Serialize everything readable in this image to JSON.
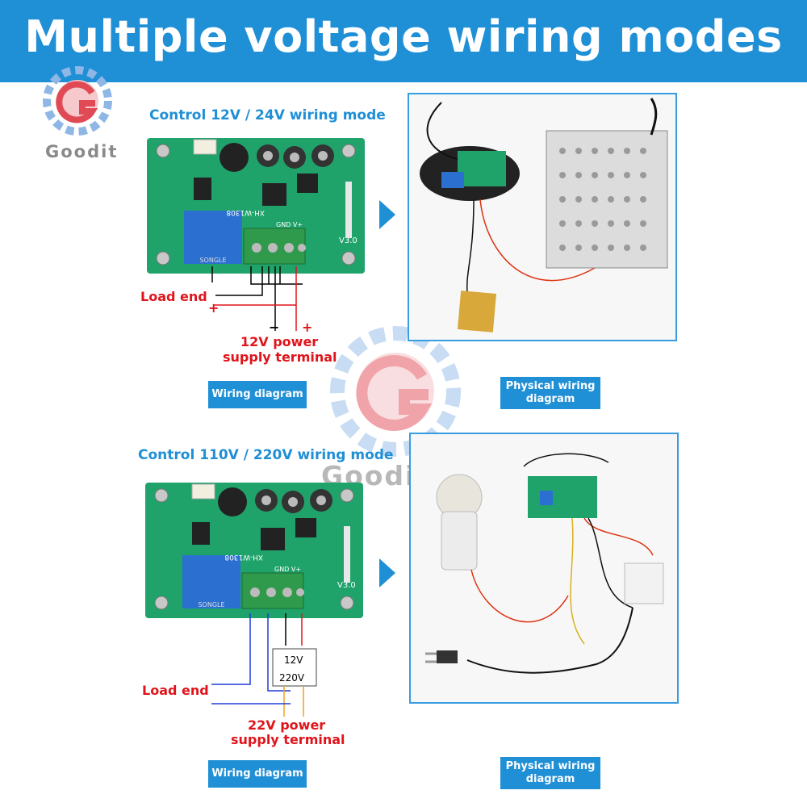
{
  "header": {
    "title": "Multiple voltage wiring modes"
  },
  "brand": {
    "name": "Goodit"
  },
  "top_section": {
    "title": "Control 12V / 24V wiring mode",
    "board_label": "XH-W1308",
    "board_version": "V3.0",
    "terminal_label": "GND  V+",
    "load_label": "Load end",
    "plus_sign": "+",
    "minus_sign": "−",
    "supply_label_line1": "12V power",
    "supply_label_line2": "supply terminal",
    "wiring_caption": "Wiring diagram",
    "physical_caption": "Physical wiring diagram"
  },
  "bottom_section": {
    "title": "Control 110V / 220V wiring mode",
    "board_label": "XH-W1308",
    "board_version": "V3.0",
    "terminal_label": "GND  V+",
    "load_label": "Load end",
    "converter_top": "12V",
    "converter_bottom": "220V",
    "supply_label_line1": "22V power",
    "supply_label_line2": "supply terminal",
    "wiring_caption": "Wiring diagram",
    "physical_caption": "Physical wiring diagram"
  },
  "colors": {
    "accent": "#1f8fd6",
    "label_red": "#e0141b",
    "pcb_green": "#1fa36b",
    "relay_blue": "#2b6fd0",
    "terminal_green": "#2f9a4c"
  }
}
